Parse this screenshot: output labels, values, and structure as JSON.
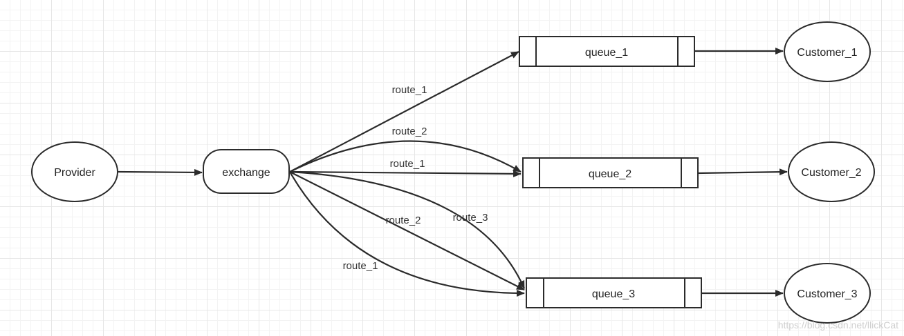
{
  "diagram": {
    "nodes": {
      "provider": {
        "label": "Provider",
        "shape": "ellipse"
      },
      "exchange": {
        "label": "exchange",
        "shape": "rounded-rect"
      },
      "queue_1": {
        "label": "queue_1",
        "shape": "process"
      },
      "queue_2": {
        "label": "queue_2",
        "shape": "process"
      },
      "queue_3": {
        "label": "queue_3",
        "shape": "process"
      },
      "customer_1": {
        "label": "Customer_1",
        "shape": "ellipse"
      },
      "customer_2": {
        "label": "Customer_2",
        "shape": "ellipse"
      },
      "customer_3": {
        "label": "Customer_3",
        "shape": "ellipse"
      }
    },
    "edges": [
      {
        "from": "provider",
        "to": "exchange",
        "label": ""
      },
      {
        "from": "exchange",
        "to": "queue_1",
        "label": "route_1"
      },
      {
        "from": "exchange",
        "to": "queue_2",
        "label": "route_2"
      },
      {
        "from": "exchange",
        "to": "queue_2",
        "label": "route_1"
      },
      {
        "from": "exchange",
        "to": "queue_3",
        "label": "route_3"
      },
      {
        "from": "exchange",
        "to": "queue_3",
        "label": "route_2"
      },
      {
        "from": "exchange",
        "to": "queue_3",
        "label": "route_1"
      },
      {
        "from": "queue_1",
        "to": "customer_1",
        "label": ""
      },
      {
        "from": "queue_2",
        "to": "customer_2",
        "label": ""
      },
      {
        "from": "queue_3",
        "to": "customer_3",
        "label": ""
      }
    ]
  },
  "watermark": "https://blog.csdn.net/llickCat",
  "colors": {
    "stroke": "#2b2b2b",
    "grid": "#e6e6e6",
    "background": "#ffffff"
  }
}
